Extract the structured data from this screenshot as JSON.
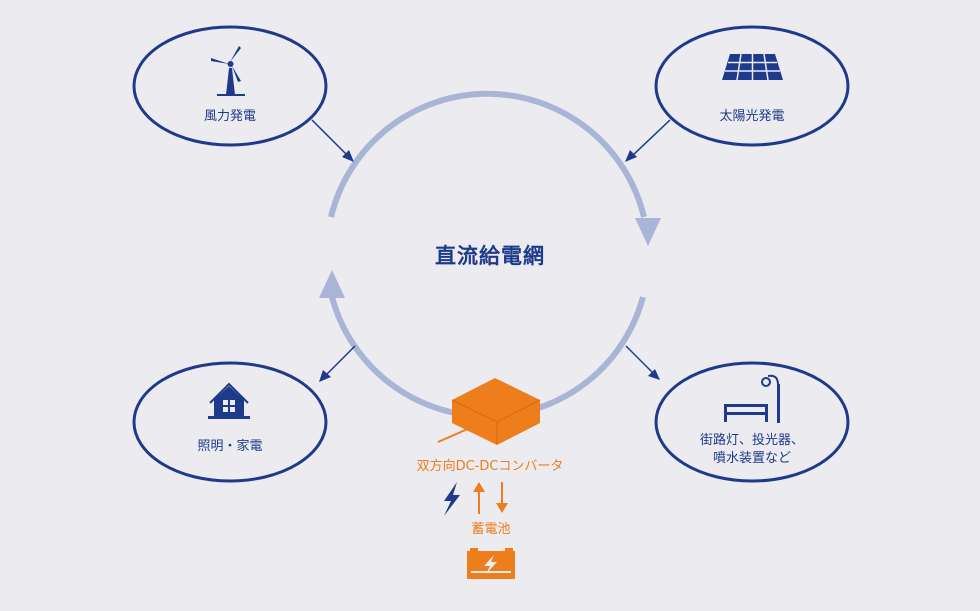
{
  "center": {
    "title": "直流給電網"
  },
  "nodes": {
    "wind": {
      "label": "風力発電",
      "icon": "wind-turbine-icon"
    },
    "solar": {
      "label": "太陽光発電",
      "icon": "solar-panel-icon"
    },
    "home": {
      "label": "照明・家電",
      "icon": "house-icon"
    },
    "street": {
      "line1": "街路灯、投光器、",
      "line2": "噴水装置など",
      "icon": "streetlight-bench-icon"
    }
  },
  "converter": {
    "label": "双方向DC-DCコンバータ",
    "icon": "converter-box-icon"
  },
  "battery": {
    "label": "蓄電池",
    "icon": "battery-icon"
  },
  "colors": {
    "background": "#ebebf0",
    "navy": "#1e3a8a",
    "ring": "#a9b4d6",
    "orange": "#ee7d1c"
  }
}
